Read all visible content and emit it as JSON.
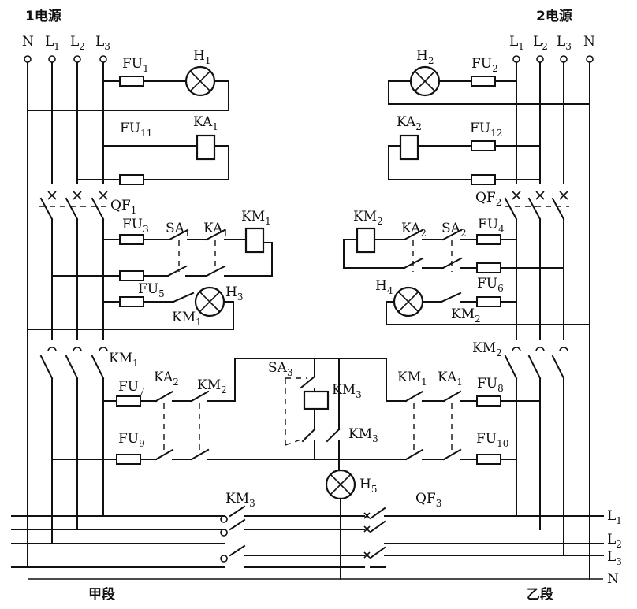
{
  "titles": {
    "source1": "1电源",
    "source2": "2电源",
    "section_a": "甲段",
    "section_b": "乙段"
  },
  "labels": {
    "N": "N",
    "L": "L",
    "FU": "FU",
    "H": "H",
    "KA": "KA",
    "KM": "KM",
    "QF": "QF",
    "SA": "SA"
  },
  "subscripts": {
    "one": "1",
    "two": "2",
    "three": "3",
    "four": "4",
    "five": "5",
    "six": "6",
    "seven": "7",
    "eight": "8",
    "nine": "9",
    "ten": "10",
    "eleven": "11",
    "twelve": "12"
  },
  "colors": {
    "line": "#111111",
    "background": "#ffffff"
  }
}
